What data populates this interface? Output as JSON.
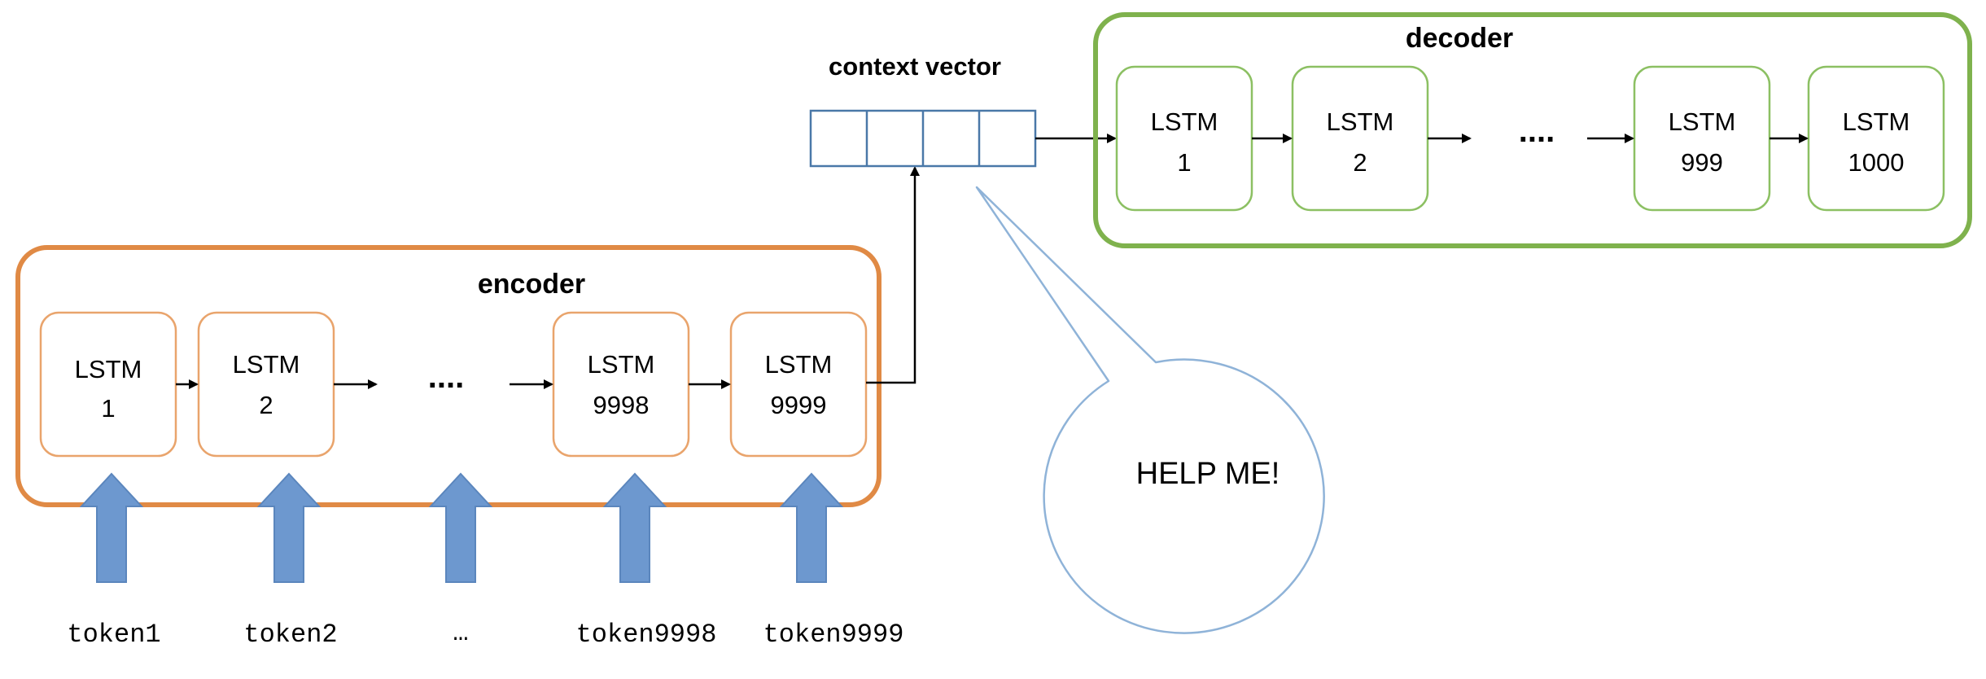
{
  "encoder": {
    "label": "encoder",
    "cells": [
      {
        "line1": "LSTM",
        "line2": "1"
      },
      {
        "line1": "LSTM",
        "line2": "2"
      },
      {
        "line1": "LSTM",
        "line2": "9998"
      },
      {
        "line1": "LSTM",
        "line2": "9999"
      }
    ],
    "ellipsis": "....",
    "tokens": [
      "token1",
      "token2",
      "…",
      "token9998",
      "token9999"
    ]
  },
  "context": {
    "label": "context vector",
    "cells": 4
  },
  "decoder": {
    "label": "decoder",
    "cells": [
      {
        "line1": "LSTM",
        "line2": "1"
      },
      {
        "line1": "LSTM",
        "line2": "2"
      },
      {
        "line1": "LSTM",
        "line2": "999"
      },
      {
        "line1": "LSTM",
        "line2": "1000"
      }
    ],
    "ellipsis": "...."
  },
  "bubble": {
    "text": "HELP ME!"
  },
  "colors": {
    "encoder_border": "#E08A45",
    "encoder_cell_border": "#E9A46C",
    "decoder_border": "#7FB24D",
    "decoder_cell_border": "#8CC063",
    "context_border": "#4A78A8",
    "input_arrow": "#6D98CF",
    "input_arrow_border": "#5B86BD",
    "bubble_border": "#8FB3D8",
    "connector": "#000000"
  }
}
